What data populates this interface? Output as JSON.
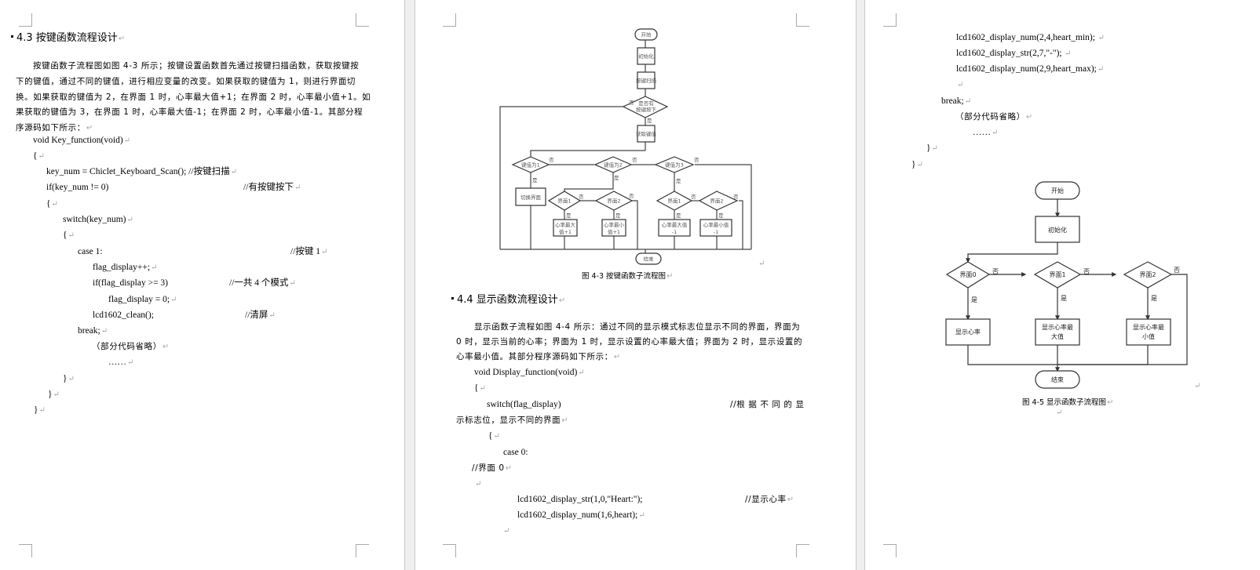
{
  "pages": [
    {
      "section_heading": "4.3  按键函数流程设计",
      "paragraph_lines": [
        "按键函数子流程图如图 4-3 所示；按键设置函数首先通过按键扫描函数，获取按键按",
        "下的键值，通过不同的键值，进行相应变量的改变。如果获取的键值为 1，则进行界面切",
        "换。如果获取的键值为 2，在界面 1 时，心率最大值+1；在界面 2 时，心率最小值+1。如",
        "果获取的键值为 3，在界面 1 时，心率最大值-1；在界面 2 时，心率最小值-1。其部分程",
        "序源码如下所示："
      ],
      "code_lines": [
        {
          "code": "void Key_function(void)",
          "comment": ""
        },
        {
          "code": "{",
          "comment": ""
        },
        {
          "code": "key_num = Chiclet_Keyboard_Scan(); //按键扫描",
          "comment": ""
        },
        {
          "code": "if(key_num != 0)",
          "comment": "//有按键按下"
        },
        {
          "code": "{",
          "comment": ""
        },
        {
          "code": "switch(key_num)",
          "comment": ""
        },
        {
          "code": "{",
          "comment": ""
        },
        {
          "code": "case 1:",
          "comment": "//按键 1"
        },
        {
          "code": "flag_display++;",
          "comment": ""
        },
        {
          "code": "if(flag_display >= 3)",
          "comment": "//一共 4 个模式"
        },
        {
          "code": "flag_display = 0;",
          "comment": ""
        },
        {
          "code": "lcd1602_clean();",
          "comment": "//清屏"
        },
        {
          "code": "break;",
          "comment": ""
        },
        {
          "code": "（部分代码省略）",
          "comment": ""
        },
        {
          "code": "……",
          "comment": ""
        },
        {
          "code": "}",
          "comment": ""
        },
        {
          "code": "}",
          "comment": ""
        },
        {
          "code": "}",
          "comment": ""
        }
      ]
    },
    {
      "figure_4_3": {
        "caption": "图 4-3   按键函数子流程图",
        "nodes": {
          "start": "开始",
          "init": "初始化",
          "scan": "按键扫描",
          "pressed": "是否有按键按下",
          "get_key": "获取键值",
          "key1": "键值为1",
          "key2": "键值为2",
          "key3": "键值为3",
          "switch_ui": "切换界面",
          "k2_ui1": "界面1",
          "k2_ui2": "界面2",
          "k3_ui1": "界面1",
          "k3_ui2": "界面2",
          "max_plus": "心率最大值+1",
          "min_plus": "心率最小值+1",
          "max_minus": "心率最大值-1",
          "min_minus": "心率最小值-1",
          "end": "结束"
        },
        "yes_label": "是",
        "no_label": "否"
      },
      "section_heading": "4.4  显示函数流程设计",
      "paragraph_lines": [
        "显示函数子流程如图 4-4 所示：通过不同的显示模式标志位显示不同的界面，界面为",
        "0 时，显示当前的心率；界面为 1 时，显示设置的心率最大值；界面为 2 时，显示设置的",
        "心率最小值。其部分程序源码如下所示："
      ],
      "code_lines": [
        {
          "code": "void Display_function(void)",
          "comment": ""
        },
        {
          "code": "{",
          "comment": ""
        },
        {
          "code": "switch(flag_display)",
          "comment": "//根 据 不 同 的 显"
        },
        {
          "code": "示标志位，显示不同的界面",
          "comment": ""
        },
        {
          "code": "{",
          "comment": ""
        },
        {
          "code": "case 0:",
          "comment": ""
        },
        {
          "code": "//界面 0",
          "comment": ""
        },
        {
          "code": "",
          "comment": ""
        },
        {
          "code": "lcd1602_display_str(1,0,\"Heart:\");",
          "comment": "//显示心率"
        },
        {
          "code": "lcd1602_display_num(1,6,heart);",
          "comment": ""
        },
        {
          "code": "",
          "comment": ""
        }
      ]
    },
    {
      "code_lines": [
        {
          "code": "lcd1602_display_num(2,4,heart_min);",
          "comment": ""
        },
        {
          "code": "lcd1602_display_str(2,7,\"-\");",
          "comment": ""
        },
        {
          "code": "lcd1602_display_num(2,9,heart_max);",
          "comment": ""
        },
        {
          "code": "",
          "comment": ""
        },
        {
          "code": "break;",
          "comment": ""
        },
        {
          "code": "（部分代码省略）",
          "comment": ""
        },
        {
          "code": "……",
          "comment": ""
        },
        {
          "code": "}",
          "comment": ""
        },
        {
          "code": "}",
          "comment": ""
        }
      ],
      "figure_4_5": {
        "caption": "图 4-5   显示函数子流程图",
        "nodes": {
          "start": "开始",
          "init": "初始化",
          "ui0": "界面0",
          "ui1": "界面1",
          "ui2": "界面2",
          "show_hr": "显示心率",
          "show_max": "显示心率最大值",
          "show_min": "显示心率最小值",
          "end": "结束"
        },
        "yes_label": "是",
        "no_label": "否"
      }
    }
  ],
  "paragraph_mark": "↵"
}
